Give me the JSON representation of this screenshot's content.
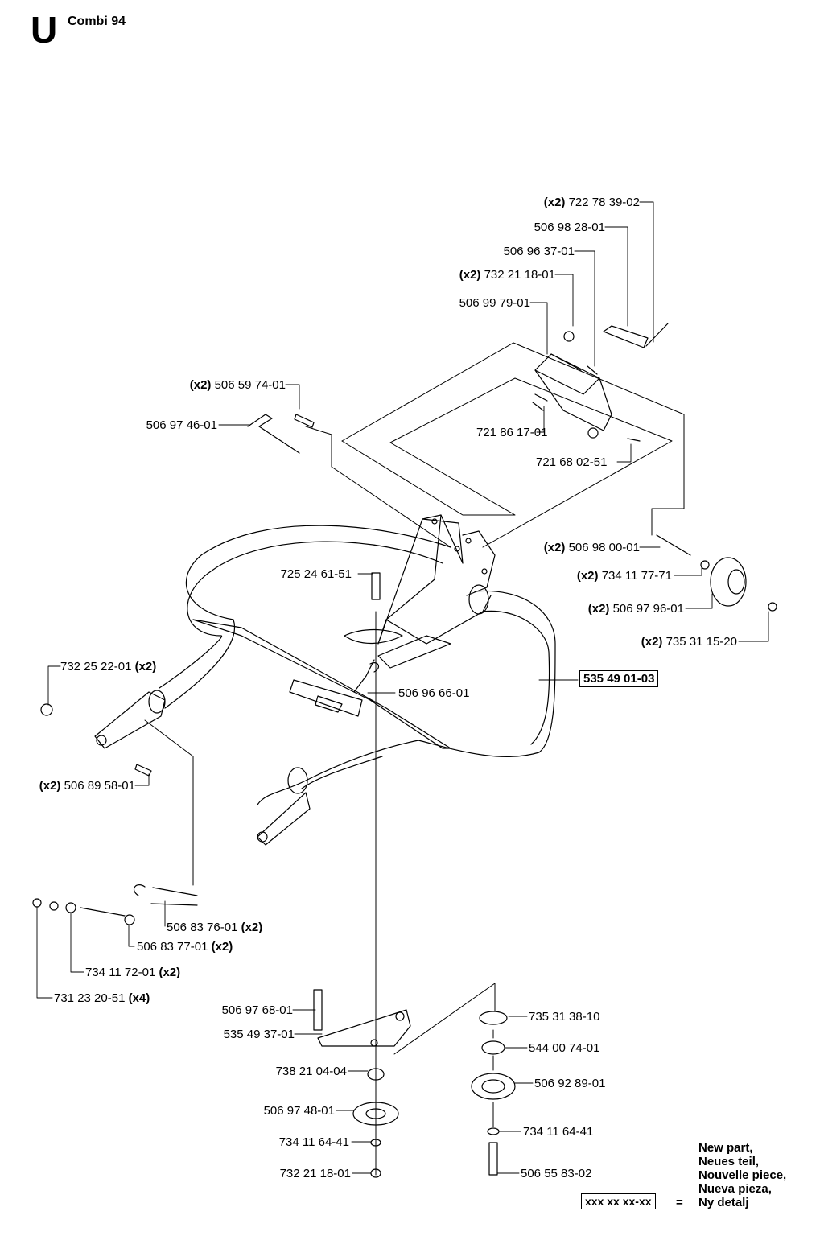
{
  "header": {
    "section_letter": "U",
    "title": "Combi 94"
  },
  "kit_label": "535 49 01-03",
  "legend": {
    "lines": [
      "New part,",
      "Neues teil,",
      "Nouvelle piece,",
      "Nueva pieza,",
      "Ny detalj"
    ],
    "placeholder": "xxx xx xx-xx",
    "equals": "="
  },
  "parts": [
    {
      "number": "722 78 39-02",
      "qty": "(x2)",
      "qty_position": "before"
    },
    {
      "number": "506 98 28-01",
      "qty": "",
      "qty_position": ""
    },
    {
      "number": "506 96 37-01",
      "qty": "",
      "qty_position": ""
    },
    {
      "number": "732 21 18-01",
      "qty": "(x2)",
      "qty_position": "before"
    },
    {
      "number": "506 99 79-01",
      "qty": "",
      "qty_position": ""
    },
    {
      "number": "506 59 74-01",
      "qty": "(x2)",
      "qty_position": "before"
    },
    {
      "number": "506 97 46-01",
      "qty": "",
      "qty_position": ""
    },
    {
      "number": "721 86 17-01",
      "qty": "",
      "qty_position": ""
    },
    {
      "number": "721 68 02-51",
      "qty": "",
      "qty_position": ""
    },
    {
      "number": "506 98 00-01",
      "qty": "(x2)",
      "qty_position": "before"
    },
    {
      "number": "734 11 77-71",
      "qty": "(x2)",
      "qty_position": "before"
    },
    {
      "number": "725 24 61-51",
      "qty": "",
      "qty_position": ""
    },
    {
      "number": "506 97 96-01",
      "qty": "(x2)",
      "qty_position": "before"
    },
    {
      "number": "735 31 15-20",
      "qty": "(x2)",
      "qty_position": "before"
    },
    {
      "number": "732 25 22-01",
      "qty": "(x2)",
      "qty_position": "after"
    },
    {
      "number": "506 96 66-01",
      "qty": "",
      "qty_position": ""
    },
    {
      "number": "506 89 58-01",
      "qty": "(x2)",
      "qty_position": "before"
    },
    {
      "number": "506 83 76-01",
      "qty": "(x2)",
      "qty_position": "after"
    },
    {
      "number": "506 83 77-01",
      "qty": "(x2)",
      "qty_position": "after"
    },
    {
      "number": "734 11 72-01",
      "qty": "(x2)",
      "qty_position": "after"
    },
    {
      "number": "731 23 20-51",
      "qty": "(x4)",
      "qty_position": "after"
    },
    {
      "number": "506 97 68-01",
      "qty": "",
      "qty_position": ""
    },
    {
      "number": "535 49 37-01",
      "qty": "",
      "qty_position": ""
    },
    {
      "number": "735 31 38-10",
      "qty": "",
      "qty_position": ""
    },
    {
      "number": "738 21 04-04",
      "qty": "",
      "qty_position": ""
    },
    {
      "number": "544 00 74-01",
      "qty": "",
      "qty_position": ""
    },
    {
      "number": "506 92 89-01",
      "qty": "",
      "qty_position": ""
    },
    {
      "number": "506 97 48-01",
      "qty": "",
      "qty_position": ""
    },
    {
      "number": "734 11 64-41",
      "qty": "",
      "qty_position": ""
    },
    {
      "number": "734 11 64-41",
      "qty": "",
      "qty_position": ""
    },
    {
      "number": "732 21 18-01",
      "qty": "",
      "qty_position": ""
    },
    {
      "number": "506 55 83-02",
      "qty": "",
      "qty_position": ""
    }
  ]
}
